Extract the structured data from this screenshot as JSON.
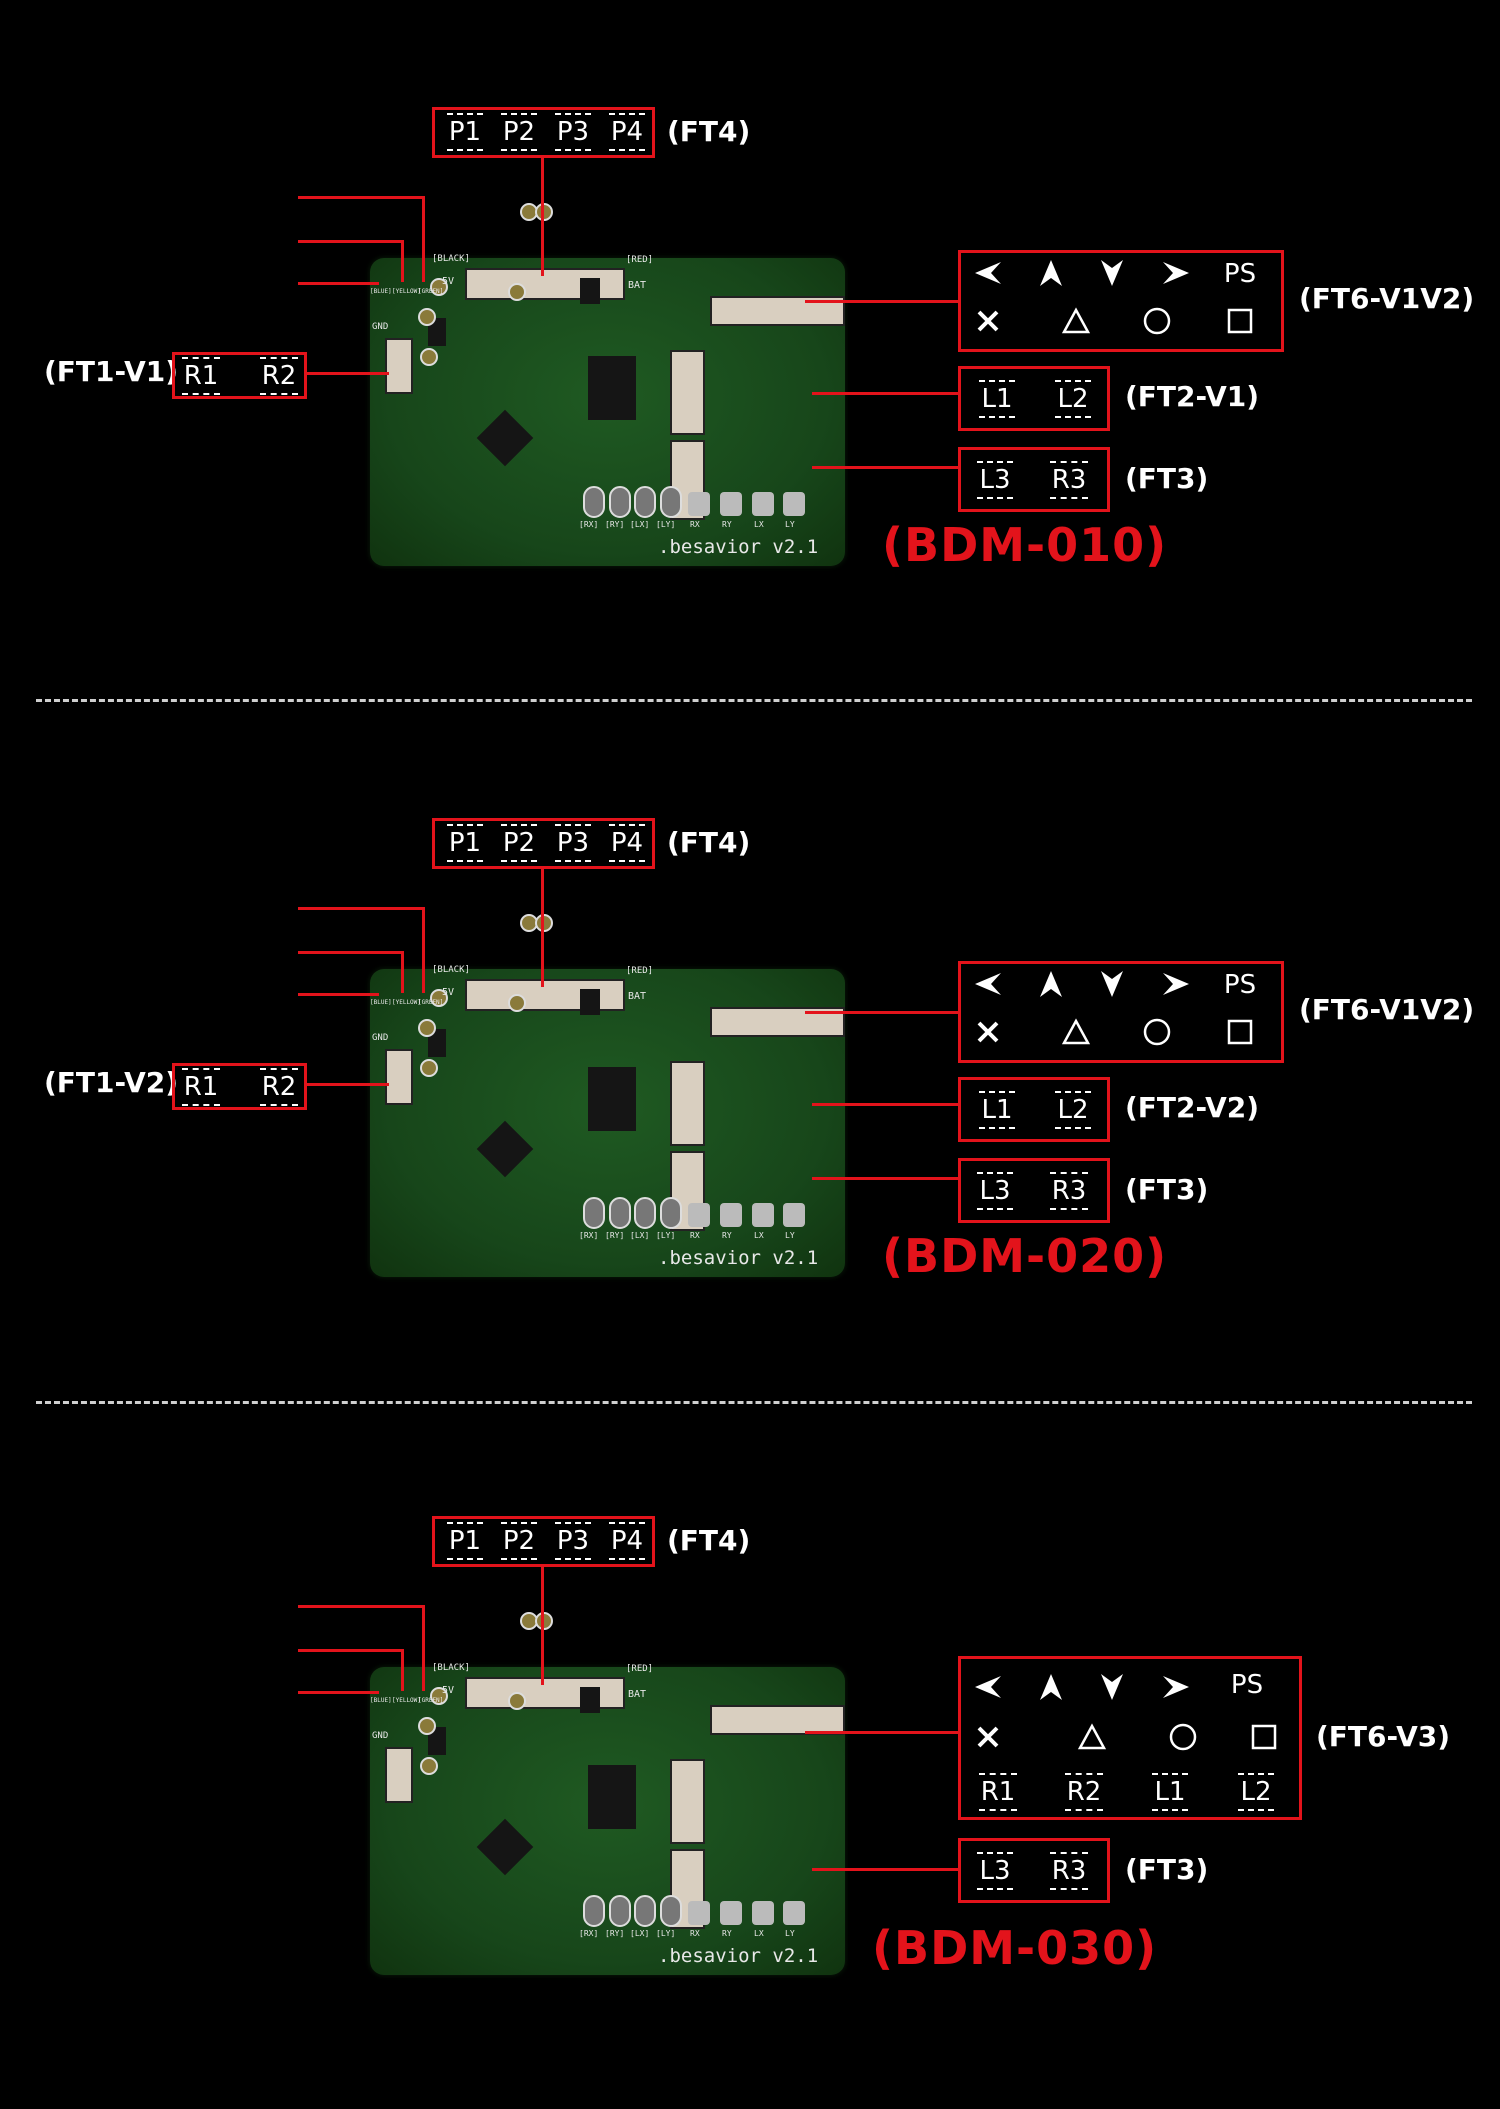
{
  "accent_color": "#e3131b",
  "board": {
    "name": ".besavior v2.1",
    "silkscreen": [
      "[BLACK]",
      "5V",
      "[RED]",
      "BAT",
      "GND",
      "[BLUE]",
      "[YELLOW]",
      "[GREEN]",
      "[RX]",
      "[RY]",
      "[LX]",
      "[LY]",
      "RX",
      "RY",
      "LX",
      "LY"
    ]
  },
  "side_icons": [
    "led-icon",
    "touch-icon",
    "menu-icon"
  ],
  "sections": [
    {
      "model": "(BDM-010)",
      "ft4": {
        "label": "(FT4)",
        "buttons": [
          "P1",
          "P2",
          "P3",
          "P4"
        ]
      },
      "ft1": {
        "label": "(FT1-V1)",
        "buttons": [
          "R1",
          "R2"
        ]
      },
      "ft6": {
        "label": "(FT6-V1V2)",
        "row1": [
          "left-arrow",
          "up-arrow",
          "down-arrow",
          "right-arrow",
          "PS"
        ],
        "row2": [
          "cross",
          "triangle",
          "circle",
          "square"
        ]
      },
      "ft2": {
        "label": "(FT2-V1)",
        "buttons": [
          "L1",
          "L2"
        ]
      },
      "ft3": {
        "label": "(FT3)",
        "buttons": [
          "L3",
          "R3"
        ]
      }
    },
    {
      "model": "(BDM-020)",
      "ft4": {
        "label": "(FT4)",
        "buttons": [
          "P1",
          "P2",
          "P3",
          "P4"
        ]
      },
      "ft1": {
        "label": "(FT1-V2)",
        "buttons": [
          "R1",
          "R2"
        ]
      },
      "ft6": {
        "label": "(FT6-V1V2)",
        "row1": [
          "left-arrow",
          "up-arrow",
          "down-arrow",
          "right-arrow",
          "PS"
        ],
        "row2": [
          "cross",
          "triangle",
          "circle",
          "square"
        ]
      },
      "ft2": {
        "label": "(FT2-V2)",
        "buttons": [
          "L1",
          "L2"
        ]
      },
      "ft3": {
        "label": "(FT3)",
        "buttons": [
          "L3",
          "R3"
        ]
      }
    },
    {
      "model": "(BDM-030)",
      "ft4": {
        "label": "(FT4)",
        "buttons": [
          "P1",
          "P2",
          "P3",
          "P4"
        ]
      },
      "ft6": {
        "label": "(FT6-V3)",
        "row1": [
          "left-arrow",
          "up-arrow",
          "down-arrow",
          "right-arrow",
          "PS"
        ],
        "row2": [
          "cross",
          "triangle",
          "circle",
          "square"
        ],
        "row3": [
          "R1",
          "R2",
          "L1",
          "L2"
        ]
      },
      "ft3": {
        "label": "(FT3)",
        "buttons": [
          "L3",
          "R3"
        ]
      }
    }
  ]
}
